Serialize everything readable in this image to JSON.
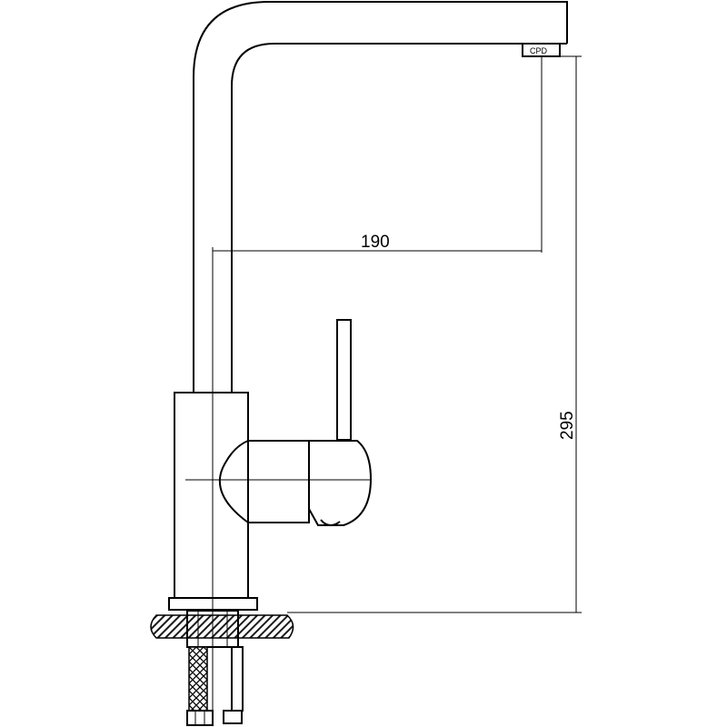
{
  "dimensions": {
    "spout_reach": "190",
    "height": "295"
  },
  "aerator_label": "CPD",
  "colors": {
    "line": "#000000",
    "background": "#ffffff",
    "hatch": "#1a1a1a"
  }
}
